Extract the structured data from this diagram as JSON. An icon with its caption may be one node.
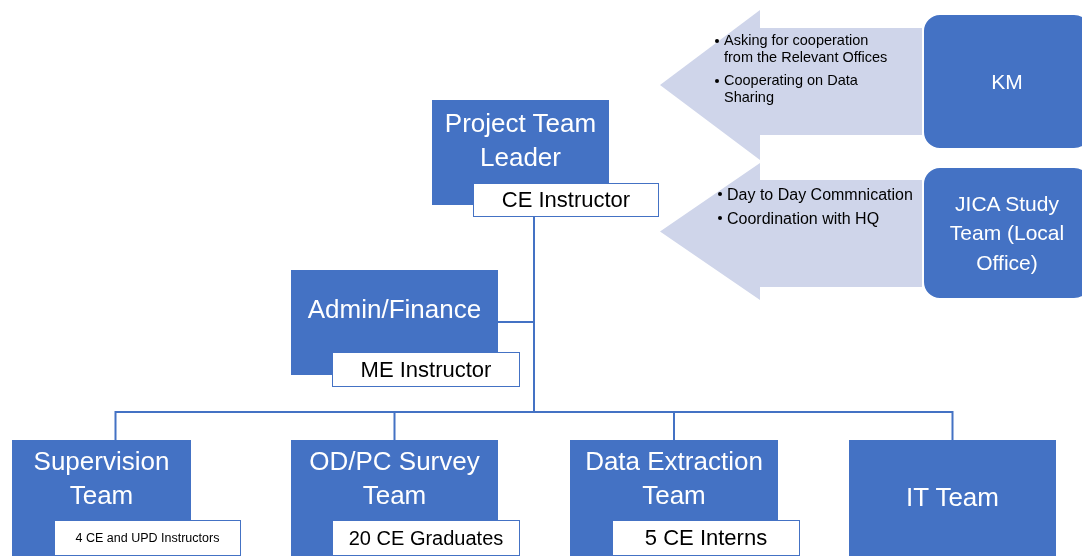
{
  "diagram": {
    "nodes": [
      {
        "text": [
          "Asking for cooperation from the Relevant Offices",
          "Cooperating on Data Sharing"
        ]
      },
      {
        "text": [
          "KM"
        ]
      },
      {
        "text": [
          "Project Team Leader",
          "CE Instructor"
        ]
      },
      {
        "text": [
          "Day to Day Commnication",
          "Coordination with HQ"
        ]
      },
      {
        "text": [
          "JICA Study Team (Local Office)"
        ]
      },
      {
        "text": [
          "Admin/Finance",
          "ME Instructor"
        ]
      },
      {
        "text": [
          "Supervision Team",
          "4 CE and UPD Instructors"
        ]
      },
      {
        "text": [
          "OD/PC Survey Team",
          "20 CE Graduates"
        ]
      },
      {
        "text": [
          "Data Extraction Team",
          "5 CE Interns"
        ]
      },
      {
        "text": [
          "IT Team"
        ]
      }
    ],
    "edges": [
      {
        "from": 2,
        "to": 5,
        "arrow": "none"
      },
      {
        "from": 2,
        "to": 6,
        "arrow": "none"
      },
      {
        "from": 2,
        "to": 7,
        "arrow": "none"
      },
      {
        "from": 2,
        "to": 8,
        "arrow": "none"
      },
      {
        "from": 2,
        "to": 9,
        "arrow": "none"
      },
      {
        "from": 1,
        "to": 2,
        "arrow": "to",
        "style": "thick"
      },
      {
        "from": 4,
        "to": 2,
        "arrow": "to",
        "style": "thick"
      }
    ]
  }
}
